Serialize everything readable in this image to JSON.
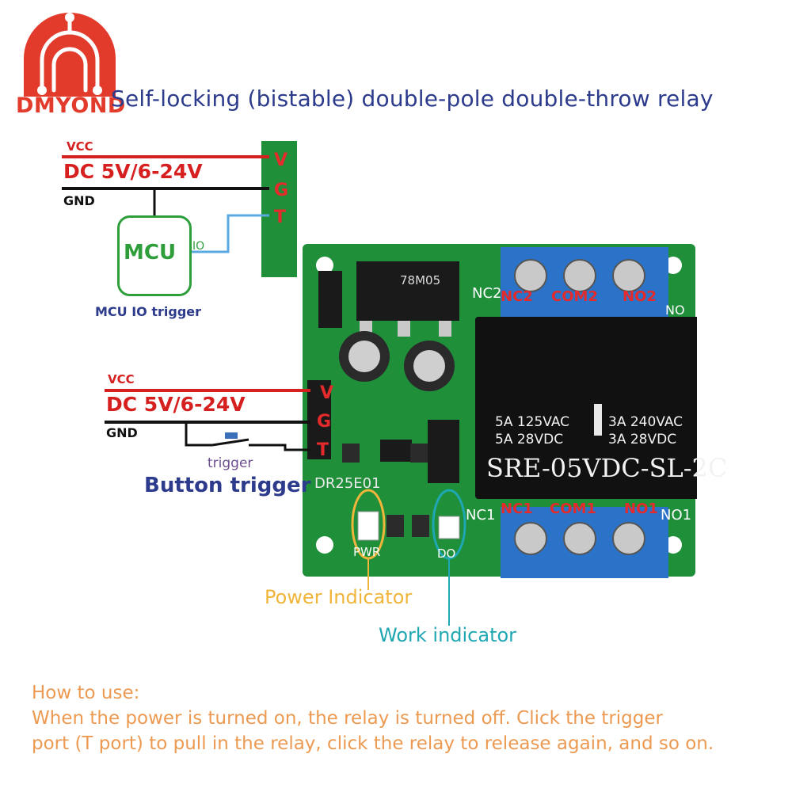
{
  "brand": {
    "name": "DMYOND"
  },
  "title": "Self-locking (bistable) double-pole double-throw relay",
  "top_wiring": {
    "vcc_label": "VCC",
    "supply_label": "DC 5V/6-24V",
    "gnd_label": "GND",
    "mcu_label": "MCU",
    "io_label": "IO",
    "caption": "MCU IO trigger",
    "pins": [
      "V",
      "G",
      "T"
    ]
  },
  "bottom_wiring": {
    "vcc_label": "VCC",
    "supply_label": "DC 5V/6-24V",
    "gnd_label": "GND",
    "trigger_label": "trigger",
    "caption": "Button trigger",
    "pins": [
      "V",
      "G",
      "T"
    ]
  },
  "board": {
    "model_silk": "DR25E01",
    "regulator_silk": "78M05",
    "pwr_silk": "PWR",
    "do_silk": "DO",
    "terminals_top": [
      "NC2",
      "COM2",
      "NO2"
    ],
    "terminals_bottom": [
      "NC1",
      "COM1",
      "NO1"
    ],
    "side_nc2": "NC2",
    "side_no2": "NO",
    "side_nc1": "NC1",
    "side_no1": "NO1"
  },
  "relay": {
    "spec_left_1": "5A  125VAC",
    "spec_left_2": "5A  28VDC",
    "spec_right_1": "3A  240VAC",
    "spec_right_2": "3A  28VDC",
    "model": "SRE-05VDC-SL-2C"
  },
  "indicators": {
    "power": "Power Indicator",
    "work": "Work indicator"
  },
  "instructions": {
    "heading": "How to use:",
    "line1": "When the power is turned on, the relay is turned off. Click the trigger",
    "line2": "port (T port) to pull in the relay, click the relay to release again, and so on."
  },
  "colors": {
    "title": "#2d3b8c",
    "brand": "#e23b2b",
    "pcb": "#1f8f3a",
    "terminal": "#2a73c9",
    "relay": "#111111",
    "power_indicator": "#f0b53b",
    "work_indicator": "#1fa7b3",
    "instructions": "#ec9a52"
  }
}
